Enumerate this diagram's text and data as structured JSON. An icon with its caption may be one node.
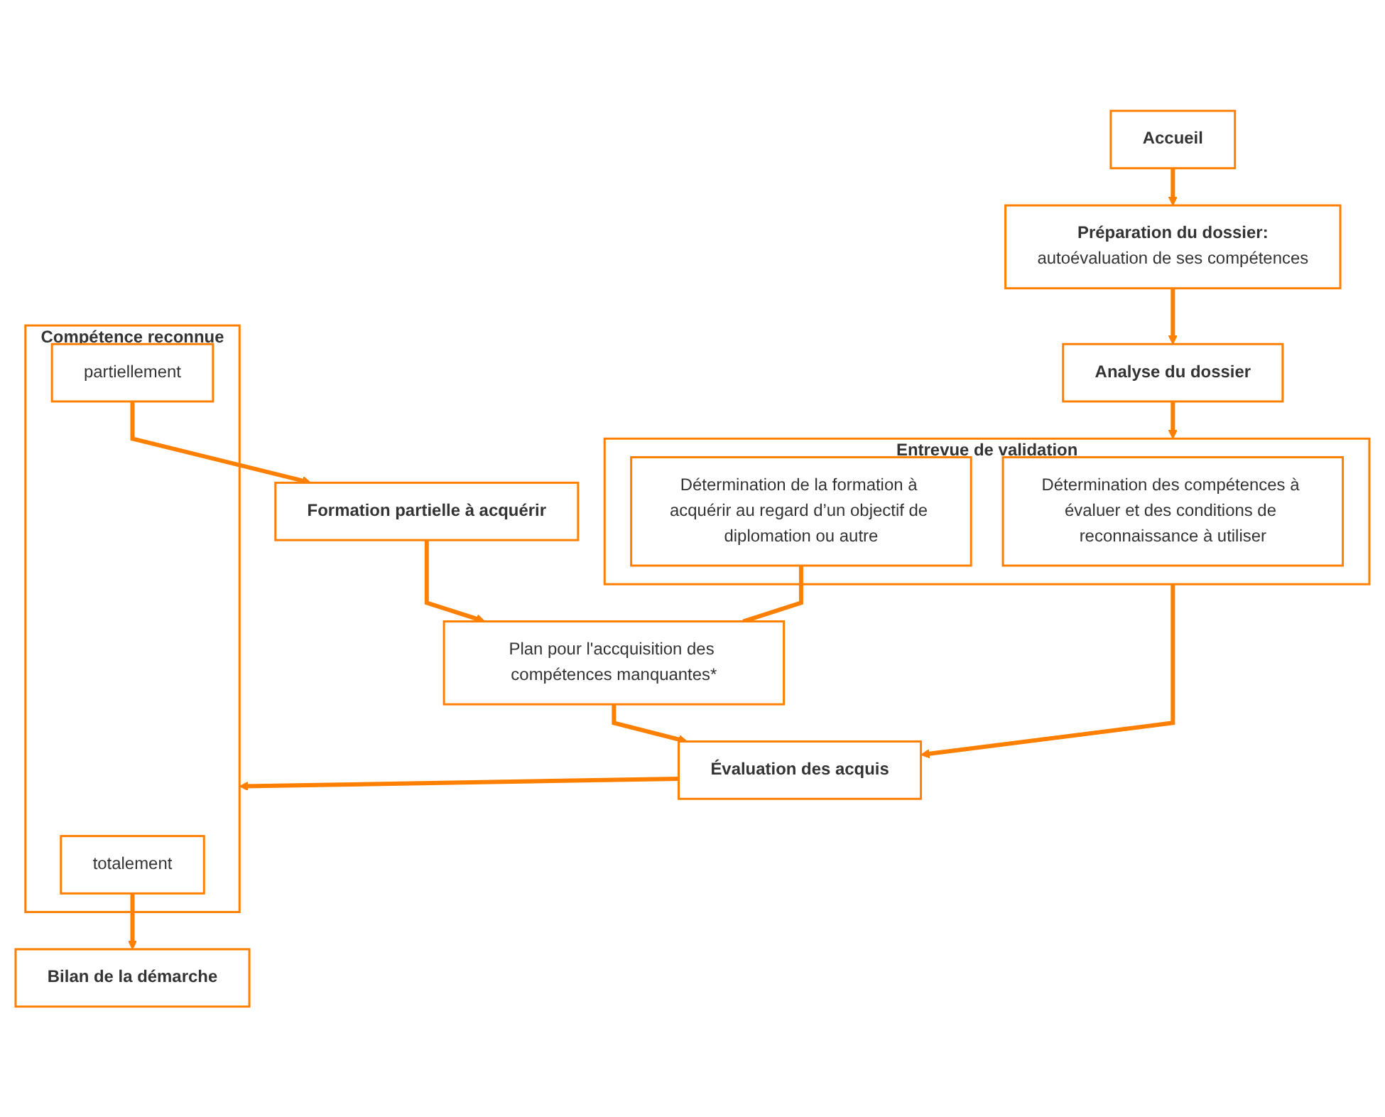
{
  "diagram": {
    "nodes": [
      {
        "text": [
          "Accueil"
        ]
      },
      {
        "text": [
          "Préparation du dossier:",
          "autoévaluation de ses compétences"
        ]
      },
      {
        "text": [
          "Analyse du dossier"
        ]
      },
      {
        "text": [
          "Entrevue de validation"
        ]
      },
      {
        "text": [
          "Détermination des compétences à évaluer et des conditions de reconnaissance à utiliser"
        ],
        "in": 3
      },
      {
        "text": [
          "Détermination de la formation à acquérir au regard d’un objectif de diplomation ou autre"
        ],
        "in": 3
      },
      {
        "text": [
          "Évaluation des acquis"
        ]
      },
      {
        "text": [
          "Compétence reconnue"
        ]
      },
      {
        "text": [
          "totalement"
        ],
        "in": 7
      },
      {
        "text": [
          "partiellement"
        ],
        "in": 7
      },
      {
        "text": [
          "Bilan de la démarche"
        ]
      },
      {
        "text": [
          "Formation partielle à acquérir"
        ]
      },
      {
        "text": [
          "Plan pour l'accquisition des compétences manquantes*"
        ]
      }
    ],
    "edges": [
      {
        "from": 0,
        "to": 1,
        "arrow": "to"
      },
      {
        "from": 1,
        "to": 2,
        "arrow": "to"
      },
      {
        "from": 2,
        "to": 3,
        "arrow": "to"
      },
      {
        "from": 3,
        "to": 6,
        "arrow": "to"
      },
      {
        "from": 6,
        "to": 7,
        "arrow": "to"
      },
      {
        "from": 8,
        "to": 10,
        "arrow": "to"
      },
      {
        "from": 9,
        "to": 11,
        "arrow": "to"
      },
      {
        "from": 11,
        "to": 12,
        "arrow": "to"
      },
      {
        "from": 5,
        "to": 12,
        "arrow": "none"
      },
      {
        "from": 12,
        "to": 6,
        "arrow": "to"
      }
    ]
  }
}
